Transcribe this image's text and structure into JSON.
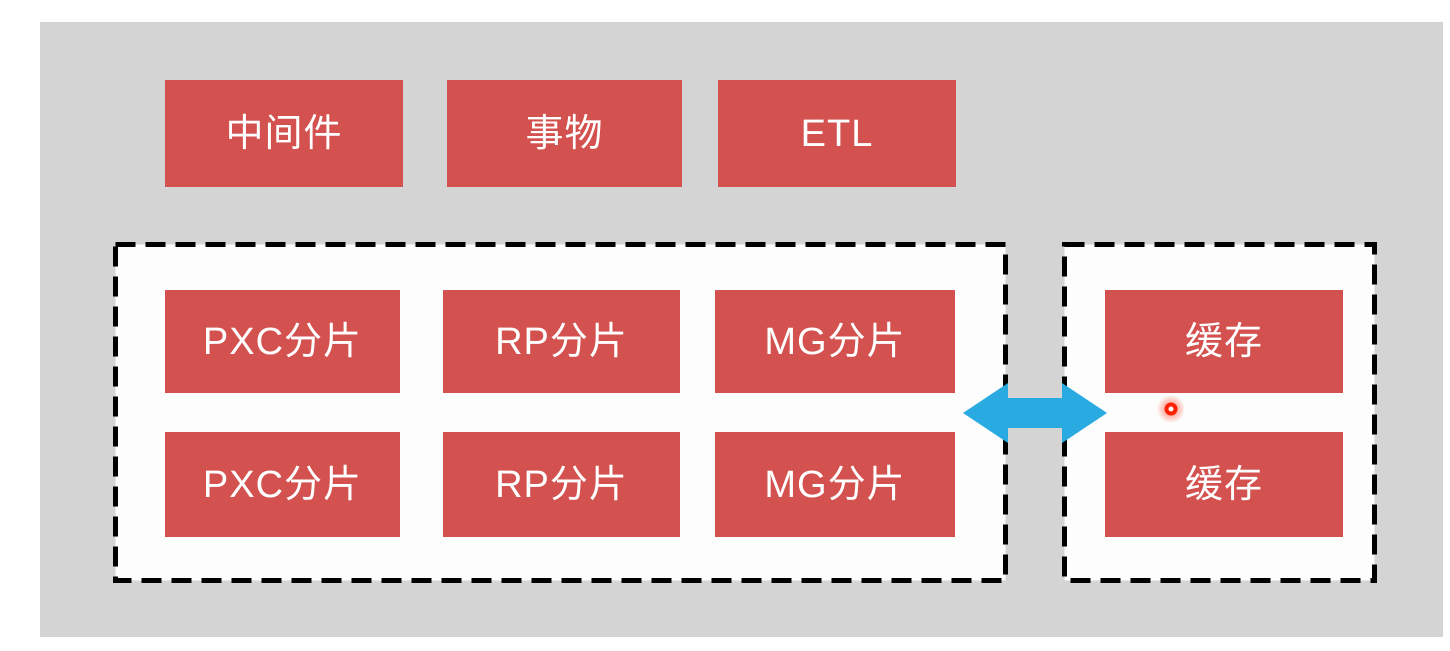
{
  "colors": {
    "page_bg": "#ffffff",
    "panel_bg": "#d4d4d4",
    "container_bg": "#fdfdfd",
    "border": "#000000",
    "node_bg": "#d3514e",
    "node_text": "#ffffff",
    "arrow": "#29abe2",
    "cursor": "#ff2000"
  },
  "top_row": {
    "items": [
      {
        "label": "中间件"
      },
      {
        "label": "事物"
      },
      {
        "label": "ETL"
      }
    ]
  },
  "shard_cluster": {
    "row1": [
      {
        "label": "PXC分片"
      },
      {
        "label": "RP分片"
      },
      {
        "label": "MG分片"
      }
    ],
    "row2": [
      {
        "label": "PXC分片"
      },
      {
        "label": "RP分片"
      },
      {
        "label": "MG分片"
      }
    ]
  },
  "cache_cluster": {
    "row1": [
      {
        "label": "缓存"
      }
    ],
    "row2": [
      {
        "label": "缓存"
      }
    ]
  },
  "icons": {
    "arrow": "bidirectional-horizontal-arrow",
    "cursor_dot": "click-indicator-dot"
  }
}
